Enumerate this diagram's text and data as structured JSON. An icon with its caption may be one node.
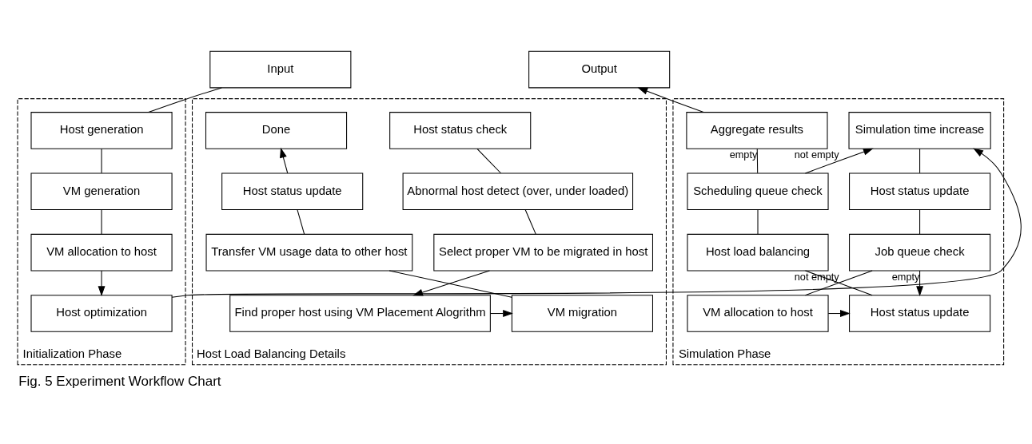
{
  "diagram": {
    "caption": "Fig. 5 Experiment Workflow Chart",
    "nodes": [
      {
        "text": [
          "Input"
        ]
      },
      {
        "text": [
          "Initialization Phase"
        ]
      },
      {
        "text": [
          "Host generation"
        ],
        "in": 1
      },
      {
        "text": [
          "VM generation"
        ],
        "in": 1
      },
      {
        "text": [
          "VM allocation to host"
        ],
        "in": 1
      },
      {
        "text": [
          "Host optimization"
        ],
        "in": 1
      },
      {
        "text": [
          "Output"
        ]
      },
      {
        "text": [
          "Simulation Phase"
        ]
      },
      {
        "text": [
          "Simulation time increase"
        ],
        "in": 7
      },
      {
        "text": [
          "Host status update"
        ],
        "in": 7
      },
      {
        "text": [
          "Job queue check"
        ],
        "in": 7
      },
      {
        "text": [
          "VM allocation to host"
        ],
        "in": 7
      },
      {
        "text": [
          "Aggregate results"
        ],
        "in": 7
      },
      {
        "text": [
          "Scheduling queue check"
        ],
        "in": 7
      },
      {
        "text": [
          "Host load balancing"
        ],
        "in": 7
      },
      {
        "text": [
          "Host status update"
        ],
        "in": 7
      },
      {
        "text": [
          "Host Load Balancing Details"
        ]
      },
      {
        "text": [
          "Host status check"
        ],
        "in": 16
      },
      {
        "text": [
          "Abnormal host detect (over, under loaded)"
        ],
        "in": 16
      },
      {
        "text": [
          "Select proper VM to be migrated in host"
        ],
        "in": 16
      },
      {
        "text": [
          "Find proper host using VM Placement Alogrithm"
        ],
        "in": 16
      },
      {
        "text": [
          "Done"
        ],
        "in": 16
      },
      {
        "text": [
          "Host status update"
        ],
        "in": 16
      },
      {
        "text": [
          "Transfer VM usage data to other host"
        ],
        "in": 16
      },
      {
        "text": [
          "VM migration"
        ],
        "in": 16
      }
    ],
    "edges": [
      {
        "from": 0,
        "to": 2,
        "arrow": "none"
      },
      {
        "from": 2,
        "to": 3,
        "arrow": "none"
      },
      {
        "from": 3,
        "to": 4,
        "arrow": "none"
      },
      {
        "from": 4,
        "to": 5,
        "arrow": "to"
      },
      {
        "from": 5,
        "to": 8,
        "arrow": "to"
      },
      {
        "from": 8,
        "to": 9,
        "arrow": "none"
      },
      {
        "from": 9,
        "to": 10,
        "arrow": "none"
      },
      {
        "from": 10,
        "to": 11,
        "arrow": "none",
        "label": "not empty"
      },
      {
        "from": 10,
        "to": 15,
        "arrow": "to",
        "label": "empty"
      },
      {
        "from": 11,
        "to": 15,
        "arrow": "to"
      },
      {
        "from": 15,
        "to": 14,
        "arrow": "none"
      },
      {
        "from": 14,
        "to": 13,
        "arrow": "none"
      },
      {
        "from": 13,
        "to": 12,
        "arrow": "none",
        "label": "empty"
      },
      {
        "from": 13,
        "to": 8,
        "arrow": "to",
        "label": "not empty"
      },
      {
        "from": 12,
        "to": 6,
        "arrow": "to"
      },
      {
        "from": 17,
        "to": 18,
        "arrow": "none"
      },
      {
        "from": 18,
        "to": 19,
        "arrow": "none"
      },
      {
        "from": 19,
        "to": 20,
        "arrow": "to"
      },
      {
        "from": 20,
        "to": 24,
        "arrow": "to"
      },
      {
        "from": 24,
        "to": 23,
        "arrow": "none"
      },
      {
        "from": 23,
        "to": 22,
        "arrow": "none"
      },
      {
        "from": 22,
        "to": 21,
        "arrow": "to"
      }
    ]
  }
}
